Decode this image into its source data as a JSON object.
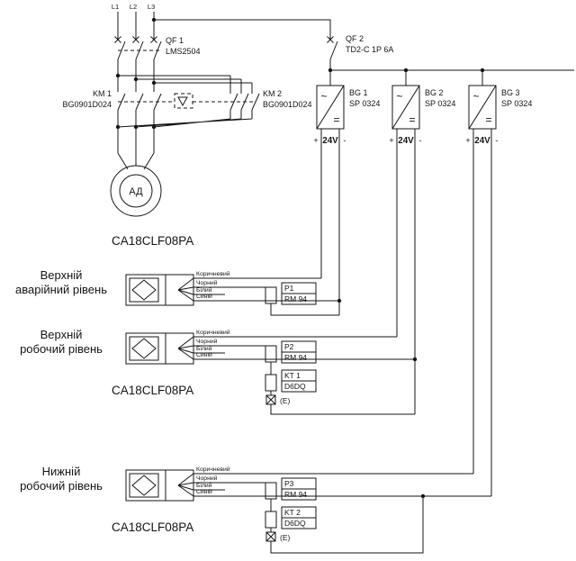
{
  "phases": {
    "l1": "L1",
    "l2": "L2",
    "l3": "L3"
  },
  "breakers": {
    "qf1_name": "QF 1",
    "qf1_model": "LMS2504",
    "qf2_name": "QF 2",
    "qf2_model": "TD2-C 1P 6A"
  },
  "contactors": {
    "km1_name": "KM 1",
    "km1_model": "BG0901D024",
    "km2_name": "KM 2",
    "km2_model": "BG0901D024"
  },
  "motor": {
    "label": "АД"
  },
  "psu": {
    "ac_symbol": "~",
    "dc_symbol": "=",
    "plus": "+",
    "minus": "-",
    "voltage": "24V",
    "units": [
      {
        "name": "BG 1",
        "model": "SP 0324"
      },
      {
        "name": "BG 2",
        "model": "SP 0324"
      },
      {
        "name": "BG 3",
        "model": "SP 0324"
      }
    ]
  },
  "sensors": {
    "model": "CA18CLF08PA",
    "wires": {
      "brown": "Коричневий",
      "black": "Чорний",
      "white": "Білий",
      "blue": "Синій"
    },
    "items": [
      {
        "title1": "Верхній",
        "title2": "аварійний рівень"
      },
      {
        "title1": "Верхній",
        "title2": "робочий рівень"
      },
      {
        "title1": "Нижній",
        "title2": "робочий рівень"
      }
    ]
  },
  "relays": {
    "p1_name": "P1",
    "p1_model": "RM 94",
    "p2_name": "P2",
    "p2_model": "RM 94",
    "p3_name": "P3",
    "p3_model": "RM 94",
    "kt1_name": "KT 1",
    "kt1_model": "D6DQ",
    "kt2_name": "KT 2",
    "kt2_model": "D6DQ",
    "e_mark": "(E)"
  },
  "colors": {
    "line": "#161616",
    "background": "#ffffff"
  }
}
